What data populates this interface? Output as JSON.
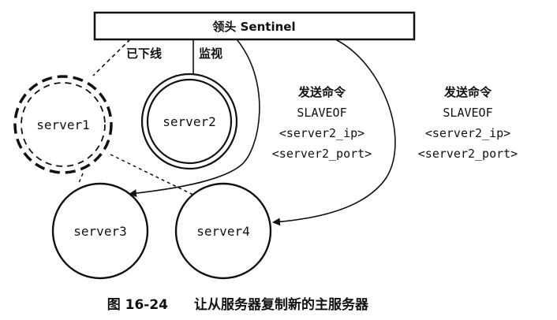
{
  "sentinel": {
    "label": "领头 Sentinel"
  },
  "nodes": [
    {
      "id": "server1",
      "label": "server1",
      "status": "offline"
    },
    {
      "id": "server2",
      "label": "server2",
      "status": "monitored"
    },
    {
      "id": "server3",
      "label": "server3",
      "status": "normal"
    },
    {
      "id": "server4",
      "label": "server4",
      "status": "normal"
    }
  ],
  "edge_labels": {
    "offline": "已下线",
    "monitor": "监视"
  },
  "commands": [
    {
      "title": "发送命令",
      "line1": "SLAVEOF",
      "line2": "<server2_ip>",
      "line3": "<server2_port>"
    },
    {
      "title": "发送命令",
      "line1": "SLAVEOF",
      "line2": "<server2_ip>",
      "line3": "<server2_port>"
    }
  ],
  "caption": {
    "figure_number": "图 16-24",
    "text": "让从服务器复制新的主服务器"
  }
}
